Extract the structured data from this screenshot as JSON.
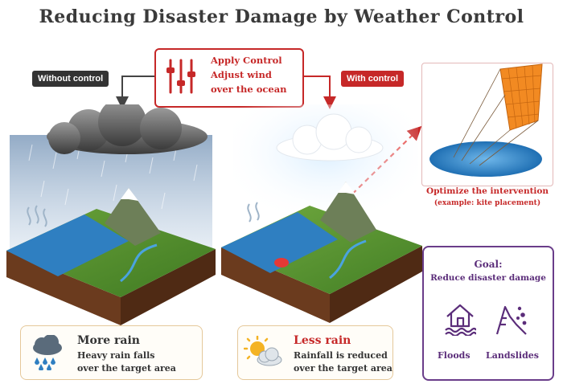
{
  "title": "Reducing Disaster Damage by Weather Control",
  "labels": {
    "without": "Without control",
    "with": "With control"
  },
  "control": {
    "line1": "Apply Control",
    "line2": "Adjust wind",
    "line3": "over the ocean"
  },
  "left_panel": {
    "title": "More rain",
    "line1": "Heavy rain falls",
    "line2": "over the target area"
  },
  "mid_panel": {
    "title": "Less rain",
    "line1": "Rainfall is reduced",
    "line2": "over the target area"
  },
  "optimize": {
    "title": "Optimize the intervention",
    "sub": "(example: kite placement)"
  },
  "goal": {
    "title": "Goal:",
    "sub": "Reduce disaster damage",
    "item1": "Floods",
    "item2": "Landslides"
  },
  "colors": {
    "accent_red": "#c62828",
    "goal_purple": "#5b2d7a",
    "ocean": "#2f7fc1",
    "land": "#4f8a2e"
  },
  "icons": [
    "sliders-icon",
    "rain-cloud-icon",
    "sun-cloud-icon",
    "flood-house-icon",
    "landslide-icon"
  ]
}
